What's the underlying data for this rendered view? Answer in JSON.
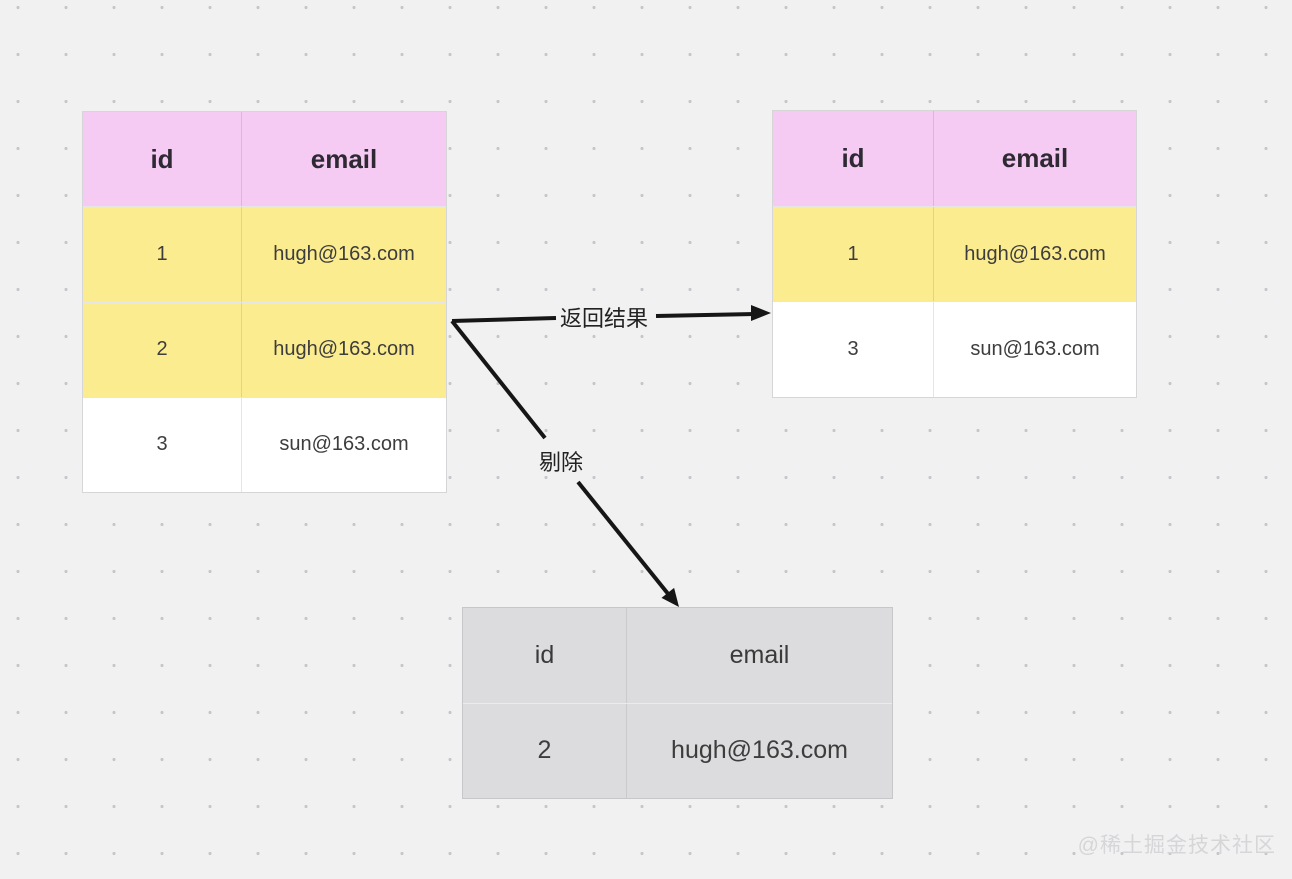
{
  "diagram": {
    "description_labels": {
      "return_result": "返回结果",
      "remove": "剔除"
    },
    "tables": {
      "source": {
        "columns": {
          "id": "id",
          "email": "email"
        },
        "rows": [
          {
            "id": "1",
            "email": "hugh@163.com"
          },
          {
            "id": "2",
            "email": "hugh@163.com"
          },
          {
            "id": "3",
            "email": "sun@163.com"
          }
        ]
      },
      "result": {
        "columns": {
          "id": "id",
          "email": "email"
        },
        "rows": [
          {
            "id": "1",
            "email": "hugh@163.com"
          },
          {
            "id": "3",
            "email": "sun@163.com"
          }
        ]
      },
      "removed": {
        "columns": {
          "id": "id",
          "email": "email"
        },
        "rows": [
          {
            "id": "2",
            "email": "hugh@163.com"
          }
        ]
      }
    },
    "palette": {
      "page_background": "#f1f1f2",
      "grid_dot": "#c6c6cc",
      "header_pink": "#f5cbf3",
      "row_yellow": "#fcec90",
      "row_white": "#ffffff",
      "removed_gray": "#dcdcde",
      "arrow_black": "#161616",
      "text_dark": "#2e2933",
      "watermark_gray": "#d6d6d9"
    }
  },
  "watermark": "@稀土掘金技术社区"
}
